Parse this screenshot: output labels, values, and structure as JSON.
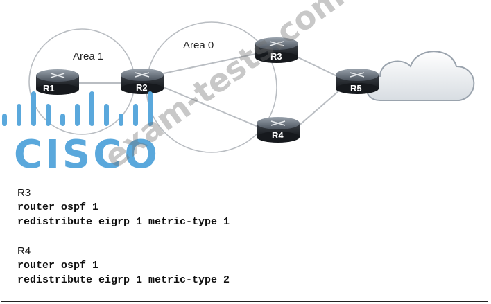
{
  "diagram": {
    "areas": [
      "Area 1",
      "Area 0"
    ],
    "routers": [
      "R1",
      "R2",
      "R3",
      "R4",
      "R5"
    ]
  },
  "logo": {
    "text": "CISCO",
    "color": "#5aa8dc"
  },
  "watermark": "exam-tests.com",
  "configs": [
    {
      "router": "R3",
      "lines": [
        "router ospf 1",
        "redistribute eigrp 1 metric-type 1"
      ]
    },
    {
      "router": "R4",
      "lines": [
        "router ospf 1",
        "redistribute eigrp 1 metric-type 2"
      ]
    }
  ]
}
